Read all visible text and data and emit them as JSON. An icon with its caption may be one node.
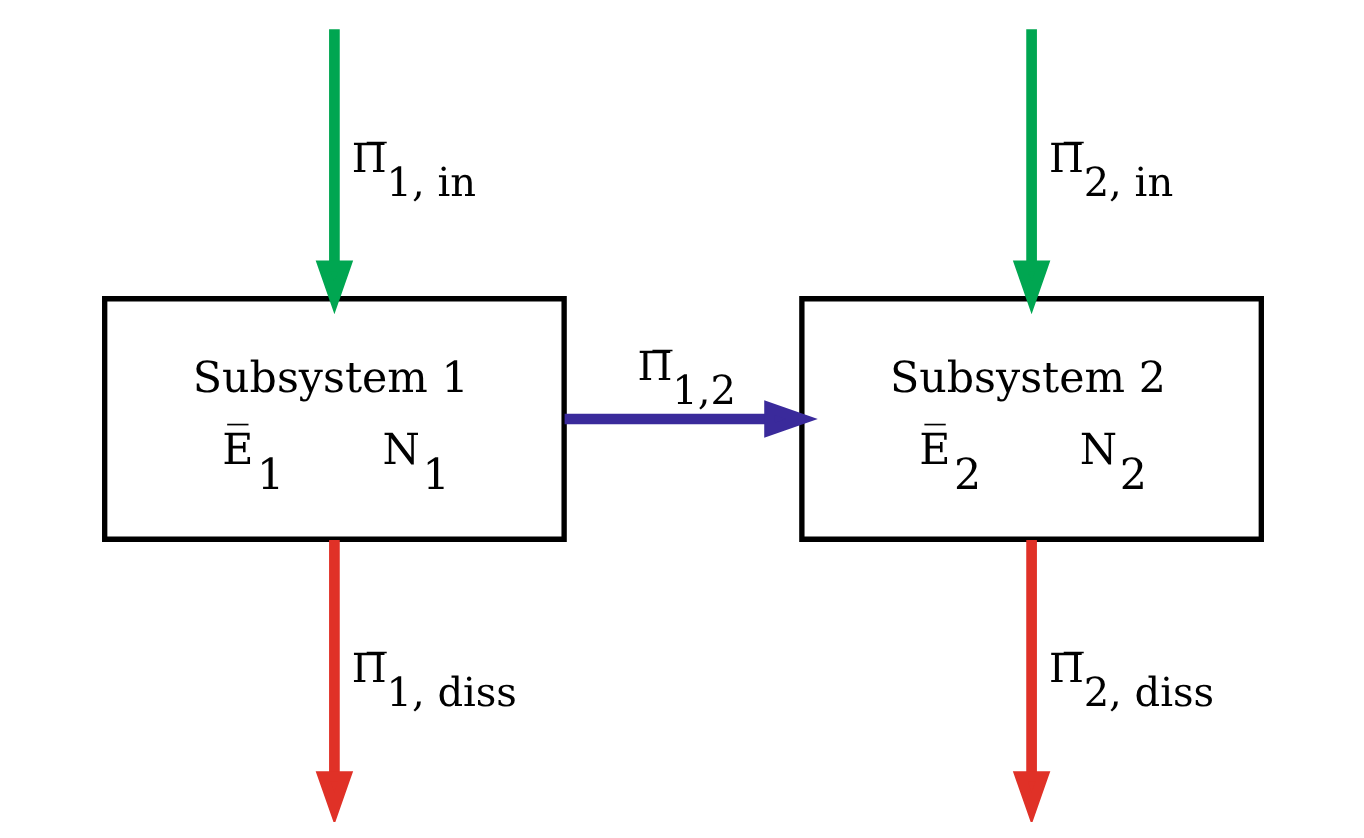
{
  "diagram": {
    "nodes": [
      {
        "text": [
          "Subsystem 1",
          "E̅$_{1}$",
          "N$_{1}$"
        ]
      },
      {
        "text": [
          "Subsystem 2",
          "E̅$_{2}$",
          "N$_{2}$"
        ]
      }
    ],
    "edges": [
      {
        "from": null,
        "to": 0,
        "arrow": "to",
        "label": "Π̅$_{1, in}$",
        "color": "#00a651"
      },
      {
        "from": 0,
        "to": null,
        "arrow": "to",
        "label": "Π̅$_{1, diss}$",
        "color": "#e03127"
      },
      {
        "from": 0,
        "to": 1,
        "arrow": "to",
        "label": "Π̅$_{1,2}$",
        "color": "#3a2a9b"
      },
      {
        "from": null,
        "to": 1,
        "arrow": "to",
        "label": "Π̅$_{2, in}$",
        "color": "#00a651"
      },
      {
        "from": 1,
        "to": null,
        "arrow": "to",
        "label": "Π̅$_{2, diss}$",
        "color": "#e03127"
      }
    ]
  }
}
